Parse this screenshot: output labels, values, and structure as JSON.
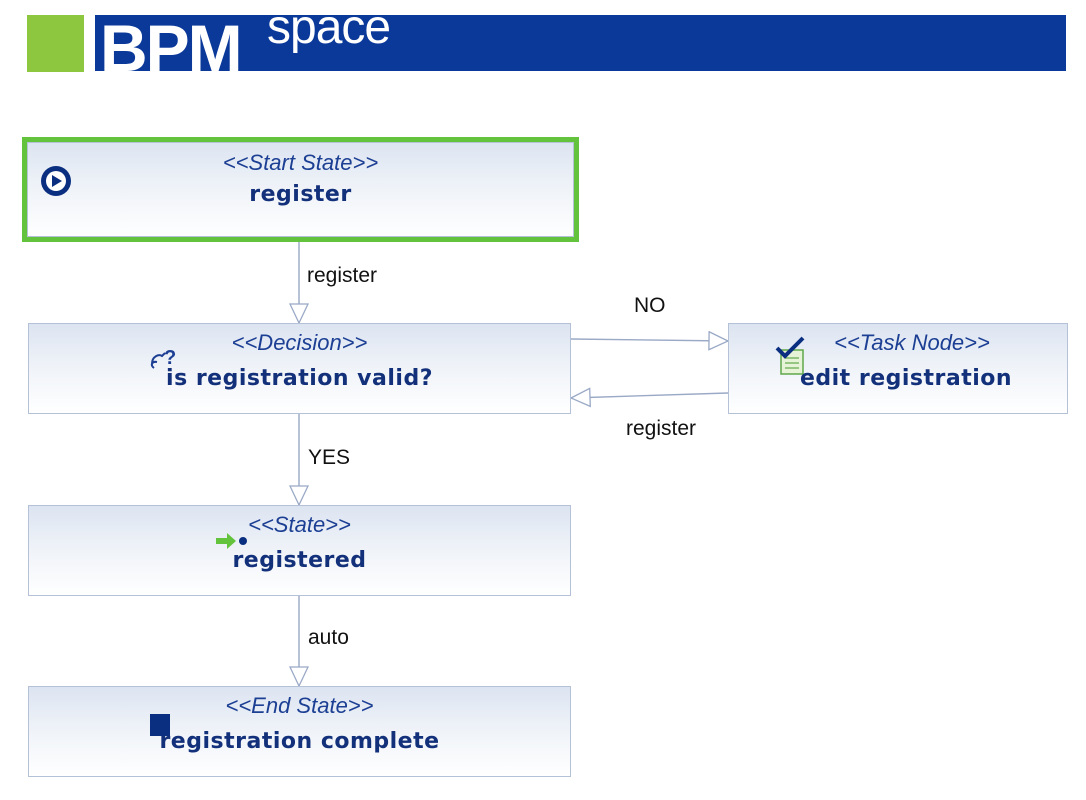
{
  "header": {
    "brand_bold": "BPM",
    "brand_light": "space"
  },
  "nodes": [
    {
      "stereotype": "<<Start State>>",
      "name": "register",
      "icon": "start-state-icon"
    },
    {
      "stereotype": "<<Decision>>",
      "name": "is registration valid?",
      "icon": "decision-icon"
    },
    {
      "stereotype": "<<Task Node>>",
      "name": "edit registration",
      "icon": "task-node-icon"
    },
    {
      "stereotype": "<<State>>",
      "name": "registered",
      "icon": "state-icon"
    },
    {
      "stereotype": "<<End State>>",
      "name": "registration complete",
      "icon": "end-state-icon"
    }
  ],
  "transitions": [
    {
      "from": "register",
      "to": "is registration valid?",
      "label": "register"
    },
    {
      "from": "is registration valid?",
      "to": "edit registration",
      "label": "NO"
    },
    {
      "from": "edit registration",
      "to": "is registration valid?",
      "label": "register"
    },
    {
      "from": "is registration valid?",
      "to": "registered",
      "label": "YES"
    },
    {
      "from": "registered",
      "to": "registration complete",
      "label": "auto"
    }
  ],
  "colors": {
    "brand_green": "#8dc63f",
    "brand_blue": "#0b399a",
    "selection": "#63c33d",
    "node_text": "#13307a"
  }
}
